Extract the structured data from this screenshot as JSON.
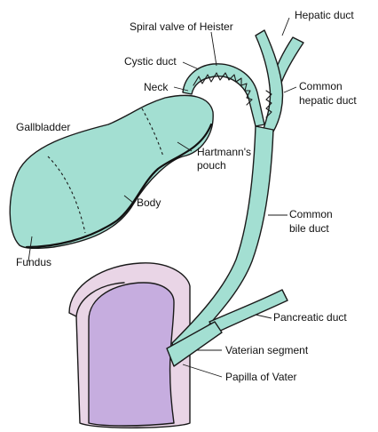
{
  "colors": {
    "bile_tissue": "#a3dfd2",
    "duodenum_wall": "#e9d5e6",
    "duodenum_lumen": "#c6addf",
    "outline": "#1a1a1a"
  },
  "labels": {
    "spiral_valve": "Spiral valve of Heister",
    "hepatic_duct": "Hepatic duct",
    "cystic_duct": "Cystic duct",
    "neck": "Neck",
    "common_hepatic_line1": "Common",
    "common_hepatic_line2": "hepatic duct",
    "gallbladder": "Gallbladder",
    "hartmann_line1": "Hartmann's",
    "hartmann_line2": "pouch",
    "body": "Body",
    "common_bile_line1": "Common",
    "common_bile_line2": "bile duct",
    "fundus": "Fundus",
    "pancreatic_duct": "Pancreatic duct",
    "vaterian_segment": "Vaterian segment",
    "papilla": "Papilla of Vater"
  }
}
